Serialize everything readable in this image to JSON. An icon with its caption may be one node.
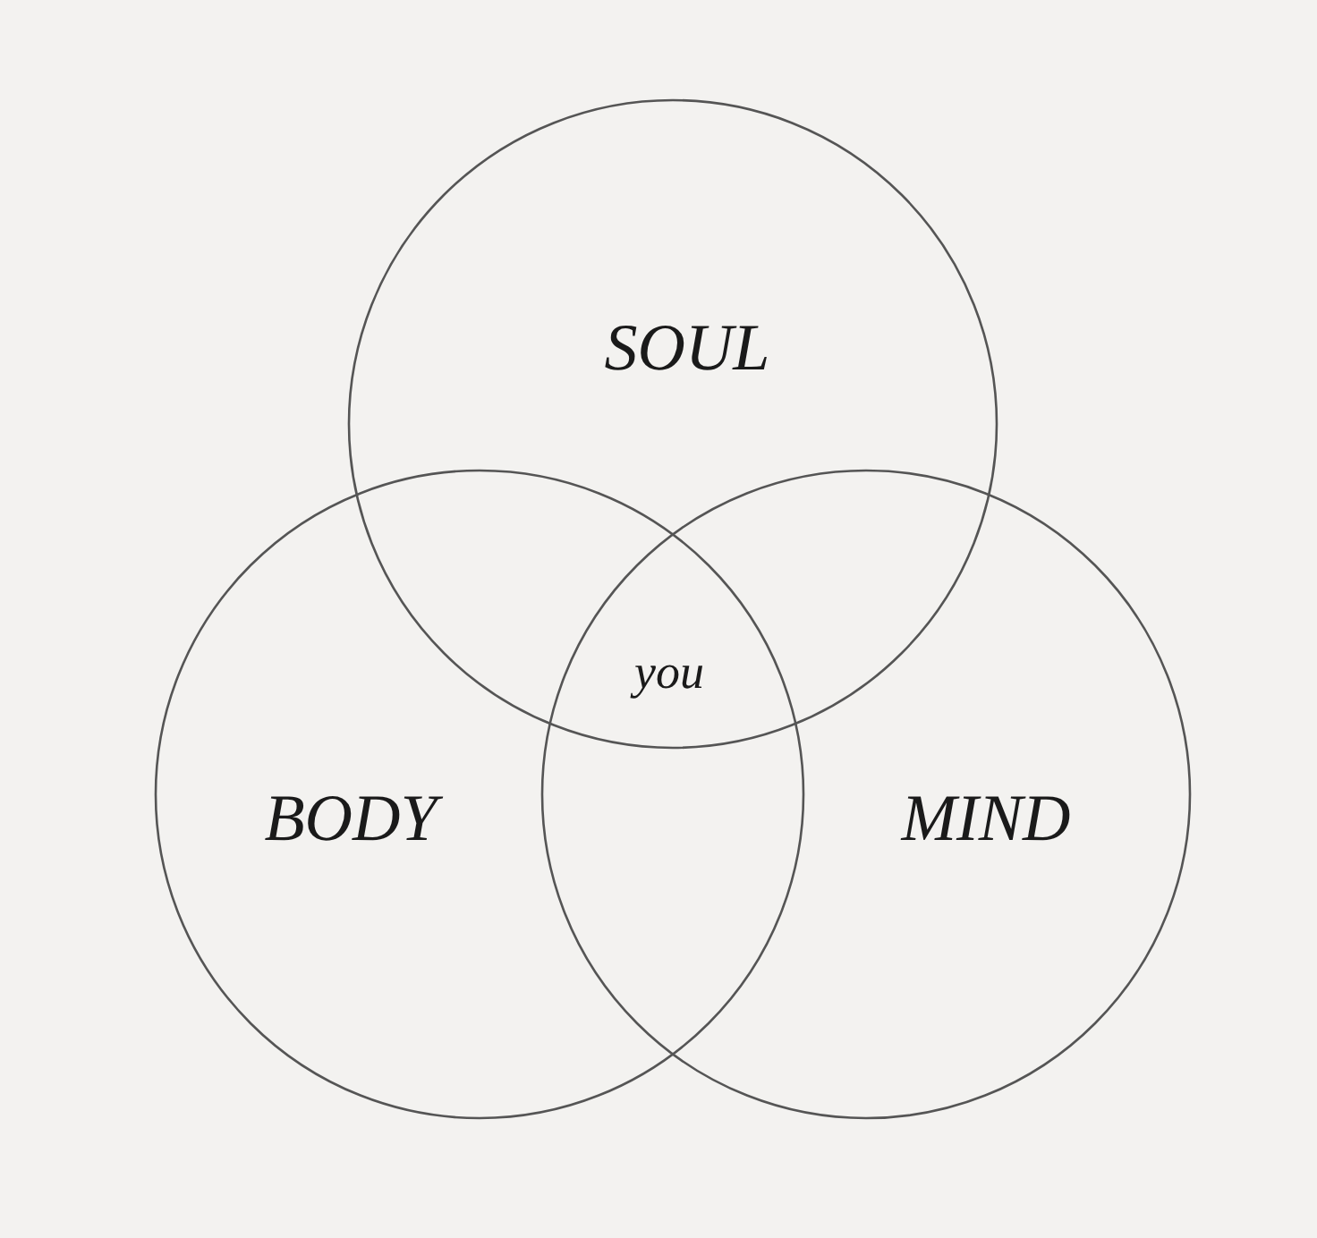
{
  "diagram": {
    "nodes": [
      {
        "text": [
          "SOUL"
        ]
      },
      {
        "text": [
          "BODY"
        ]
      },
      {
        "text": [
          "MIND"
        ]
      }
    ],
    "labels": [
      "you"
    ]
  }
}
